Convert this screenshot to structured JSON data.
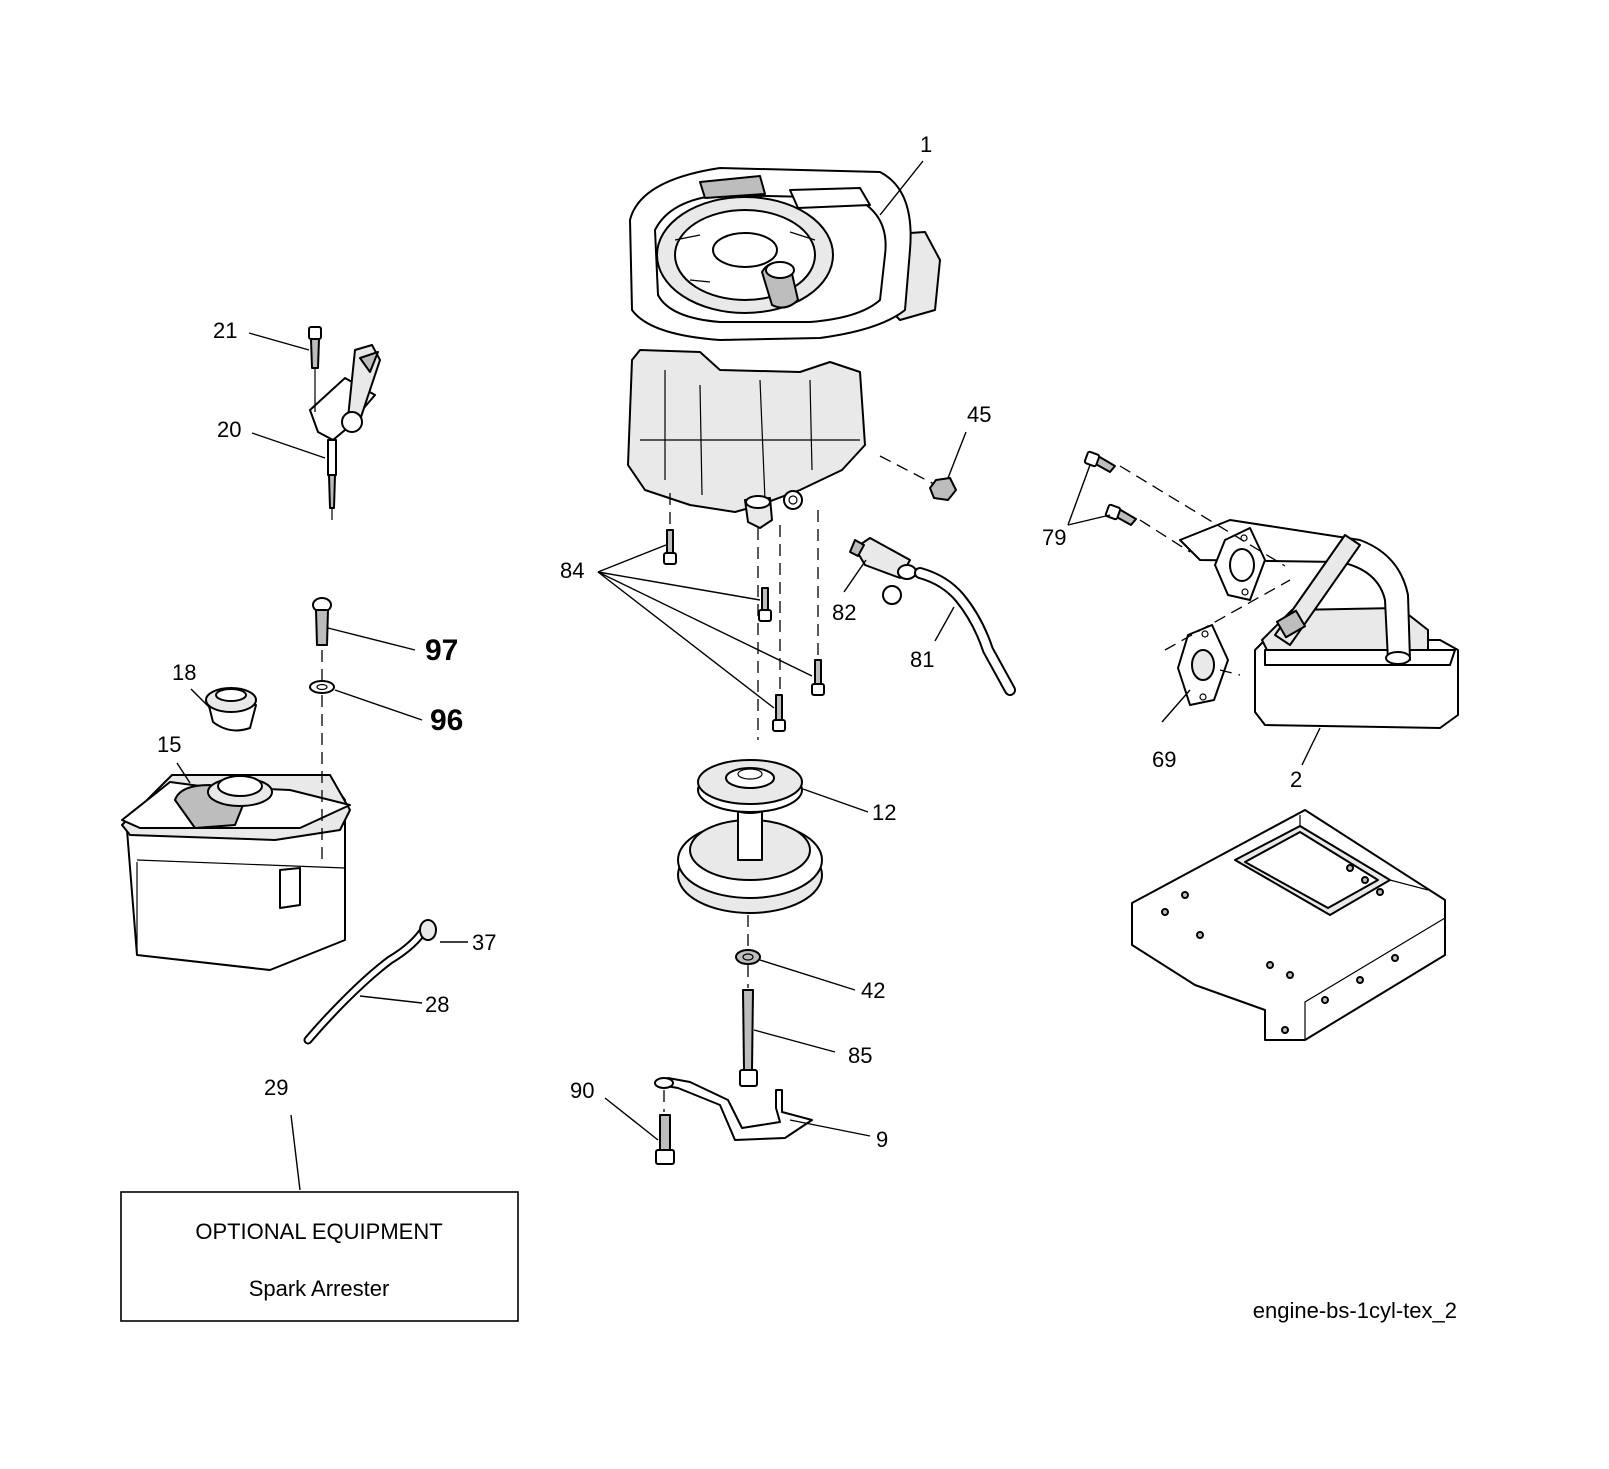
{
  "callouts": {
    "c1": "1",
    "c2": "2",
    "c9": "9",
    "c12": "12",
    "c15": "15",
    "c18": "18",
    "c20": "20",
    "c21": "21",
    "c28": "28",
    "c29": "29",
    "c37": "37",
    "c42": "42",
    "c45": "45",
    "c69": "69",
    "c79": "79",
    "c81": "81",
    "c82": "82",
    "c84": "84",
    "c85": "85",
    "c90": "90",
    "c96": "96",
    "c97": "97"
  },
  "optional_box": {
    "heading": "OPTIONAL EQUIPMENT",
    "item": "Spark Arrester"
  },
  "diagram_ref": "engine-bs-1cyl-tex_2"
}
